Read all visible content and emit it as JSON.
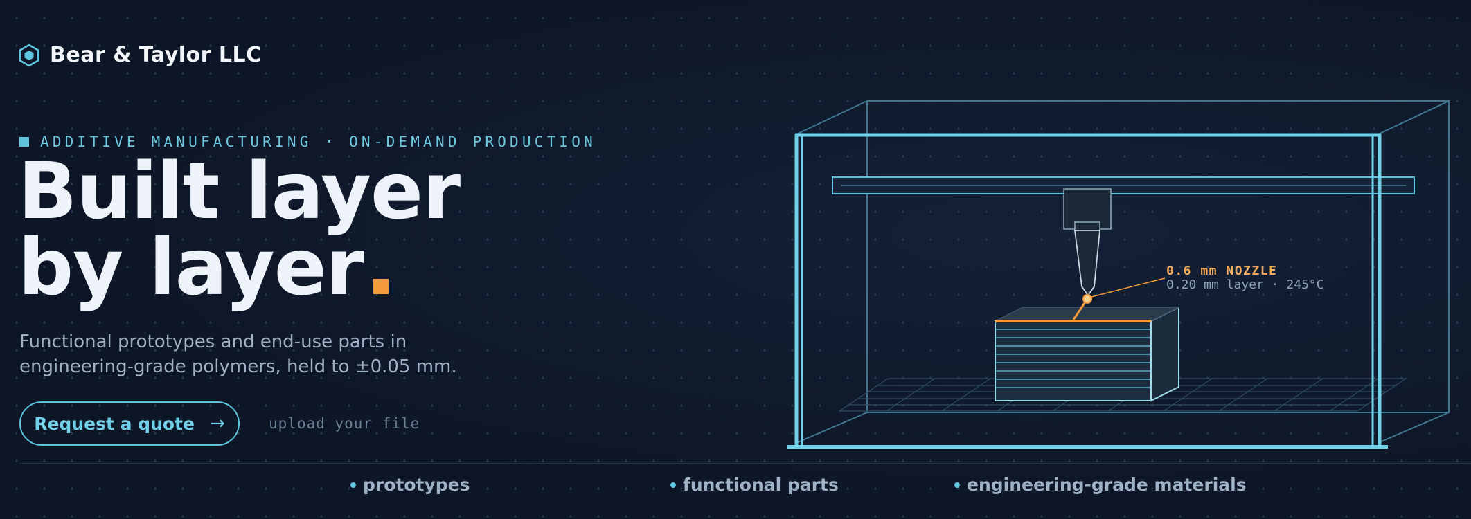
{
  "brand": {
    "name": "Bear & Taylor LLC",
    "icon": "hexagon-logo-icon"
  },
  "hero": {
    "eyebrow": "ADDITIVE MANUFACTURING · ON-DEMAND PRODUCTION",
    "headline_line1": "Built layer",
    "headline_line2": "by layer",
    "subtitle_line1": "Functional prototypes and end-use parts in",
    "subtitle_line2": "engineering-grade polymers, held to ±0.05 mm.",
    "cta_label": "Request a quote",
    "cta_arrow": "→",
    "secondary_link": "upload your file"
  },
  "illustration": {
    "callout_title": "0.6 mm NOZZLE",
    "callout_sub": "0.20 mm layer · 245°C"
  },
  "features": [
    "prototypes",
    "functional parts",
    "engineering-grade materials"
  ],
  "colors": {
    "accent": "#5fc4de",
    "highlight": "#f39a3a",
    "background": "#0e1828"
  }
}
